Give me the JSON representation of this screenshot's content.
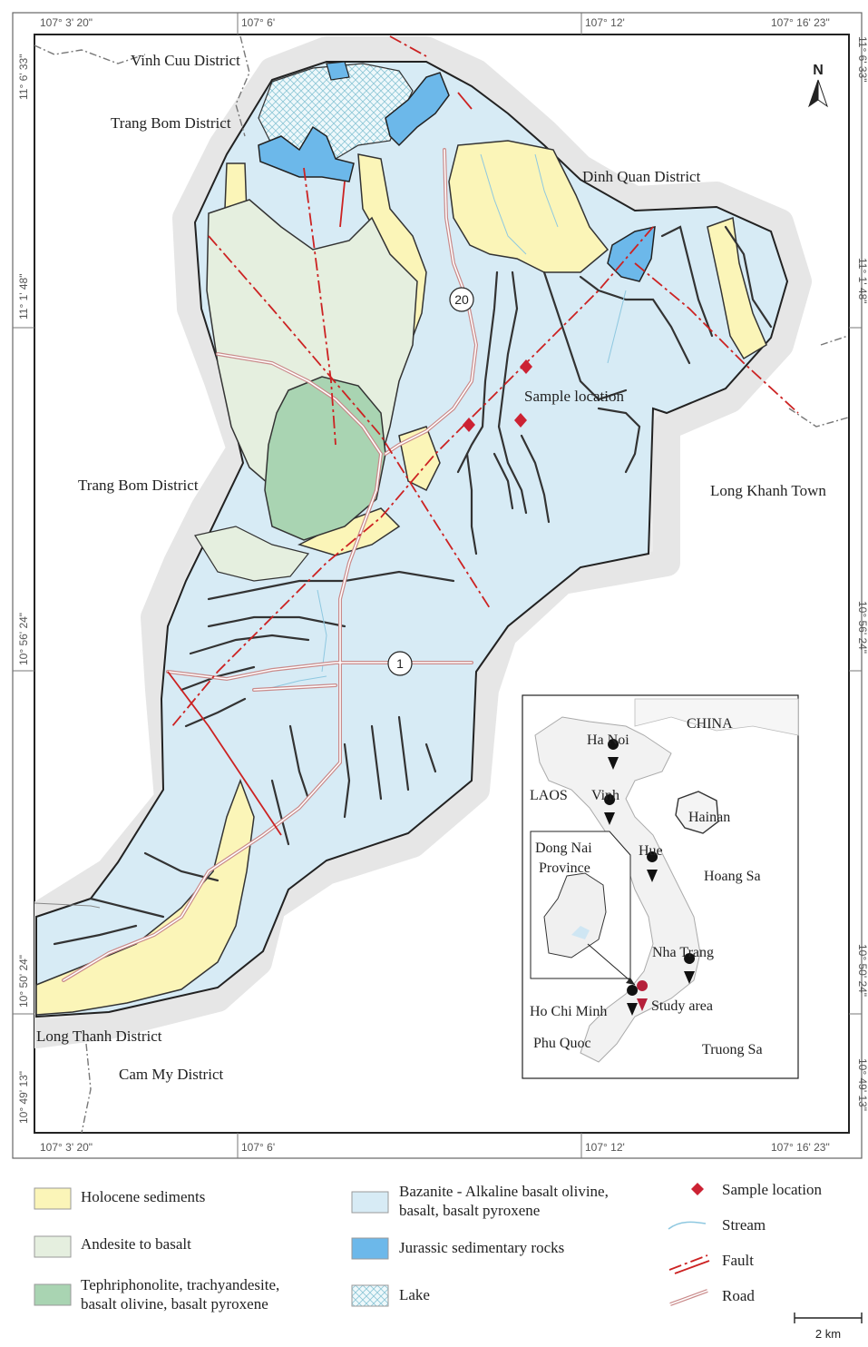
{
  "colors": {
    "holocene": "#fbf5b8",
    "andesite": "#e5efdf",
    "tephri": "#a9d4b2",
    "bazanite": "#d7ebf5",
    "jurassic": "#6cb8ea",
    "fault": "#cc2222",
    "road": "#c98a8a",
    "stream": "#8ec8e0",
    "sample": "#cc2233"
  },
  "coords": {
    "top": [
      "107° 3' 20\"",
      "107° 6'",
      "107° 12'",
      "107° 16' 23\""
    ],
    "bottom": [
      "107° 3' 20\"",
      "107° 6'",
      "107° 12'",
      "107° 16' 23\""
    ],
    "left": [
      "11° 6' 33\"",
      "11° 1' 48\"",
      "10° 56' 24\"",
      "10° 50' 24\"",
      "10° 49' 13\""
    ],
    "right": [
      "11° 6' 33\"",
      "11° 1' 48\"",
      "10° 56' 24\"",
      "10° 50' 24\"",
      "10° 49' 13\""
    ]
  },
  "places": {
    "vinh_cuu": "Vinh Cuu District",
    "trang_bom_top": "Trang Bom District",
    "dinh_quan": "Dinh Quan District",
    "sample_location": "Sample location",
    "trang_bom_left": "Trang Bom District",
    "long_khanh": "Long Khanh Town",
    "long_thanh": "Long Thanh District",
    "cam_my": "Cam My District"
  },
  "roads": {
    "r20": "20",
    "r1": "1"
  },
  "north": "N",
  "inset": {
    "china": "CHINA",
    "ha_noi": "Ha Noi",
    "laos": "LAOS",
    "vinh": "Vinh",
    "hainan": "Hainan",
    "dong_nai_1": "Dong Nai",
    "dong_nai_2": "Province",
    "hue": "Hue",
    "hoang_sa": "Hoang Sa",
    "nha_trang": "Nha Trang",
    "ho_chi_minh": "Ho Chi Minh",
    "study_area": "Study area",
    "phu_quoc": "Phu Quoc",
    "truong_sa": "Truong Sa"
  },
  "legend": {
    "holocene": "Holocene sediments",
    "andesite": "Andesite to basalt",
    "tephri_1": "Tephriphonolite, trachyandesite,",
    "tephri_2": "basalt olivine, basalt pyroxene",
    "bazanite_1": "Bazanite - Alkaline basalt olivine,",
    "bazanite_2": "basalt, basalt pyroxene",
    "jurassic": "Jurassic sedimentary rocks",
    "lake": "Lake",
    "sample": "Sample location",
    "stream": "Stream",
    "fault": "Fault",
    "road": "Road"
  },
  "scale": "2 km"
}
